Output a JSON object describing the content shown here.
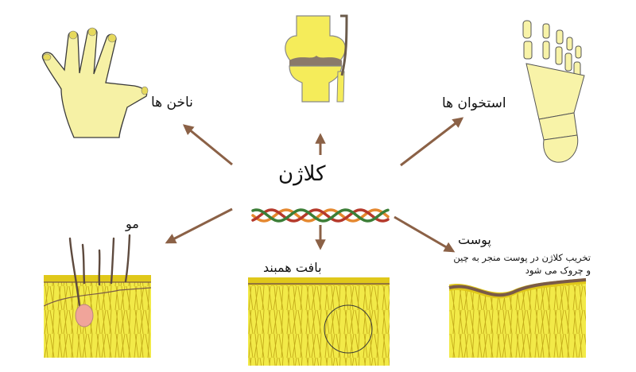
{
  "colors": {
    "arrow": "#8b6146",
    "tissue": "#f2ea48",
    "tissue_fiber": "#c4ab1a",
    "epidermis": "#e0c81a",
    "skin_line": "#7a5a48",
    "hand_fill": "#f6f1a5",
    "bone_fill": "#f8f3a8",
    "hair": "#5e4a3e",
    "follicle": "#f0a49a"
  },
  "labels": {
    "center": "کلاژن",
    "nails": "ناخن ها",
    "bones": "استخوان ها",
    "hair": "مو",
    "connective_tissue": "بافت همبند",
    "skin": "پوست",
    "skin_note": "تخریب کلاژن در پوست منجر به چین و چروک می شود"
  },
  "helix_colors": [
    "#e5882f",
    "#b5392b",
    "#3c7e37"
  ]
}
